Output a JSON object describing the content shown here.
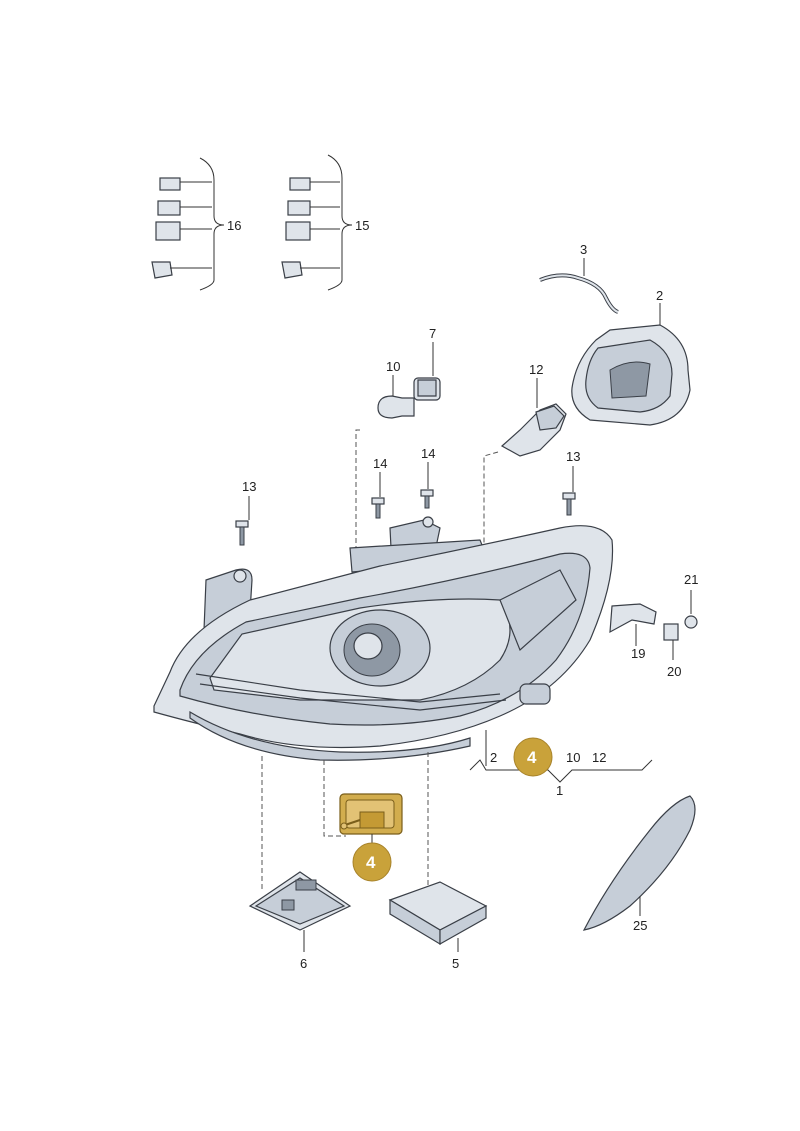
{
  "diagram": {
    "labels": {
      "p1": "1",
      "p2": "2",
      "p2b": "2",
      "p3": "3",
      "p4": "4",
      "p5": "5",
      "p6": "6",
      "p7": "7",
      "p10": "10",
      "p10b": "10",
      "p12": "12",
      "p12b": "12",
      "p13a": "13",
      "p13b": "13",
      "p14a": "14",
      "p14b": "14",
      "p15": "15",
      "p16": "16",
      "p19": "19",
      "p20": "20",
      "p21": "21",
      "p25": "25"
    },
    "highlight": {
      "badge_upper": "4",
      "badge_lower": "4",
      "color": "#c9a23a"
    }
  }
}
